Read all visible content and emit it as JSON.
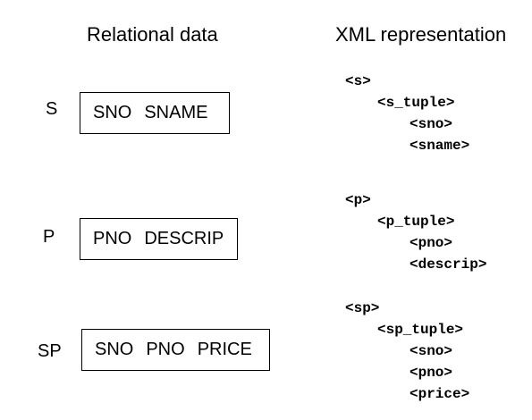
{
  "headings": {
    "relational": "Relational data",
    "xml": "XML representation"
  },
  "relations": [
    {
      "name": "S",
      "attributes": [
        "SNO",
        "SNAME"
      ]
    },
    {
      "name": "P",
      "attributes": [
        "PNO",
        "DESCRIP"
      ]
    },
    {
      "name": "SP",
      "attributes": [
        "SNO",
        "PNO",
        "PRICE"
      ]
    }
  ],
  "xml": [
    {
      "root": "<s>",
      "tuple": "<s_tuple>",
      "fields": [
        "<sno>",
        "<sname>"
      ]
    },
    {
      "root": "<p>",
      "tuple": "<p_tuple>",
      "fields": [
        "<pno>",
        "<descrip>"
      ]
    },
    {
      "root": "<sp>",
      "tuple": "<sp_tuple>",
      "fields": [
        "<sno>",
        "<pno>",
        "<price>"
      ]
    }
  ]
}
